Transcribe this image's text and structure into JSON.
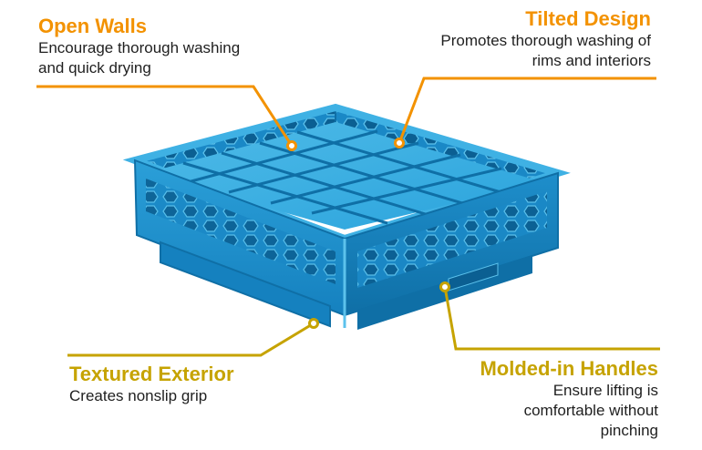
{
  "colors": {
    "orange": "#f39200",
    "gold": "#c6a300",
    "rack_blue": "#1f9ad6",
    "rack_dark": "#0f6fa6",
    "rack_light": "#5cc2ec"
  },
  "callouts": {
    "open_walls": {
      "title": "Open Walls",
      "description": "Encourage thorough washing and quick drying"
    },
    "tilted_design": {
      "title": "Tilted Design",
      "description": "Promotes thorough washing of rims and interiors"
    },
    "textured_exterior": {
      "title": "Textured Exterior",
      "description": "Creates nonslip grip"
    },
    "molded_handles": {
      "title": "Molded-in Handles",
      "description": "Ensure lifting is comfortable without pinching"
    }
  }
}
